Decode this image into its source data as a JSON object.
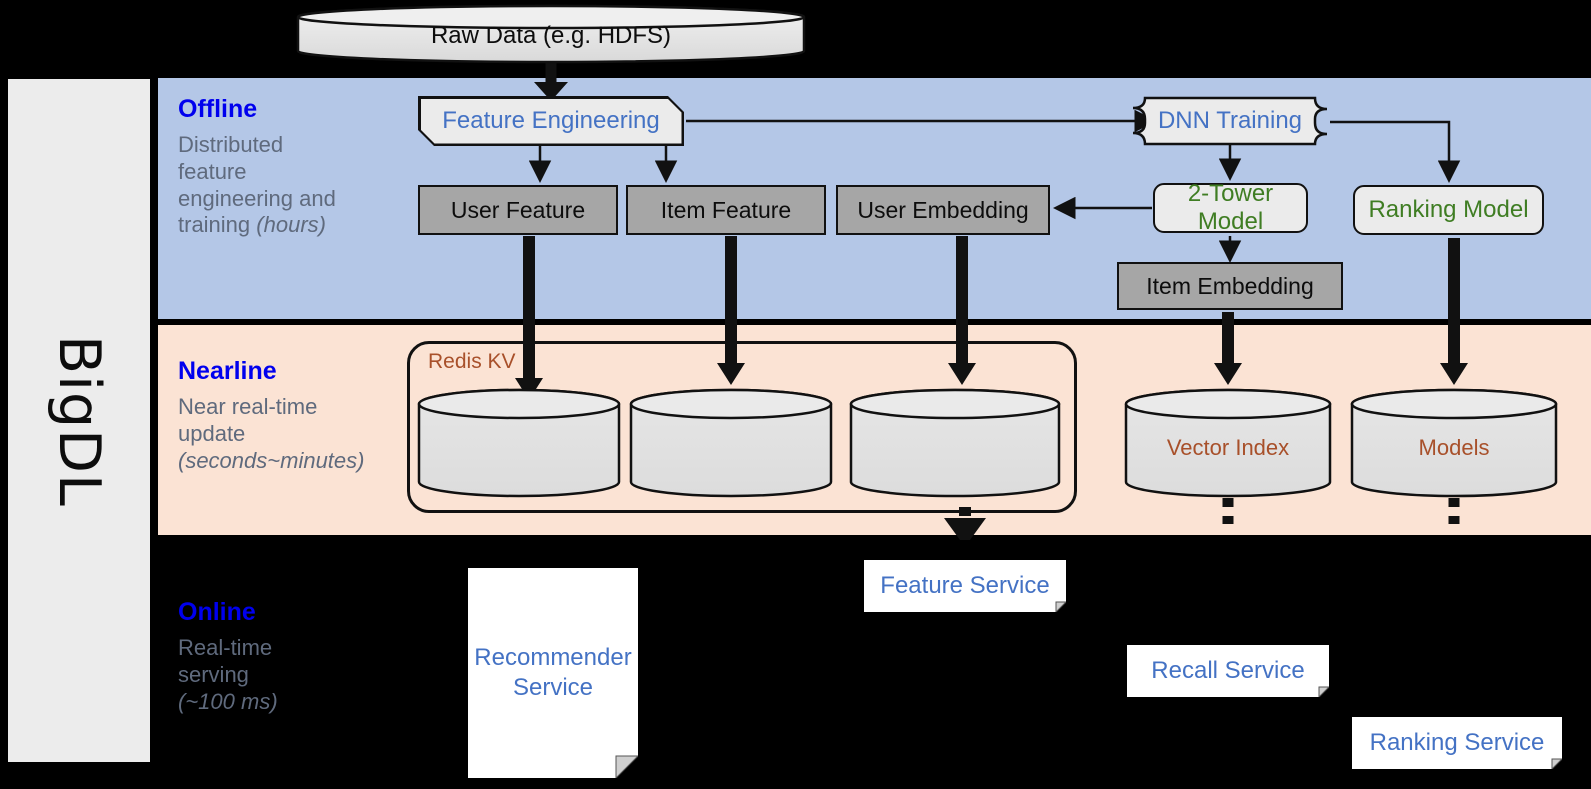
{
  "brand": {
    "name": "BigDL"
  },
  "top": {
    "raw_data": "Raw Data (e.g. HDFS)"
  },
  "bands": [
    {
      "id": "offline",
      "title": "Offline",
      "desc_line1": "Distributed",
      "desc_line2": "feature",
      "desc_line3": "engineering and",
      "desc_line4": "training ",
      "desc_italic": "(hours)",
      "bg": "#b4c7e7"
    },
    {
      "id": "nearline",
      "title": "Nearline",
      "desc_line1": "Near real-time",
      "desc_line2": "update",
      "desc_italic": "(seconds~minutes)",
      "bg": "#fbe3d4"
    },
    {
      "id": "online",
      "title": "Online",
      "desc_line1": "Real-time",
      "desc_line2": "serving",
      "desc_italic": "(~100 ms)",
      "bg": "#000000"
    }
  ],
  "offline": {
    "feature_engineering": "Feature Engineering",
    "dnn_training": "DNN Training",
    "user_feature": "User Feature",
    "item_feature": "Item Feature",
    "user_embedding": "User Embedding",
    "two_tower_model": "2-Tower Model",
    "ranking_model": "Ranking Model",
    "item_embedding": "Item Embedding"
  },
  "nearline": {
    "redis_kv": "Redis KV",
    "store_1": "",
    "store_2": "",
    "store_3": "",
    "vector_index": "Vector Index",
    "models": "Models"
  },
  "online": {
    "recommender_service_l1": "Recommender",
    "recommender_service_l2": "Service",
    "feature_service": "Feature Service",
    "recall_service": "Recall Service",
    "ranking_service": "Ranking Service"
  },
  "colors": {
    "offline_bg": "#b4c7e7",
    "nearline_bg": "#fbe3d4",
    "online_bg": "#000000",
    "band_title": "#0000ee",
    "band_desc": "#5f6a7d",
    "process_text": "#4472c4",
    "model_text": "#3f7d23",
    "store_text": "#a8502a",
    "data_box_bg": "#a6a6a6",
    "stroke": "#111111"
  }
}
